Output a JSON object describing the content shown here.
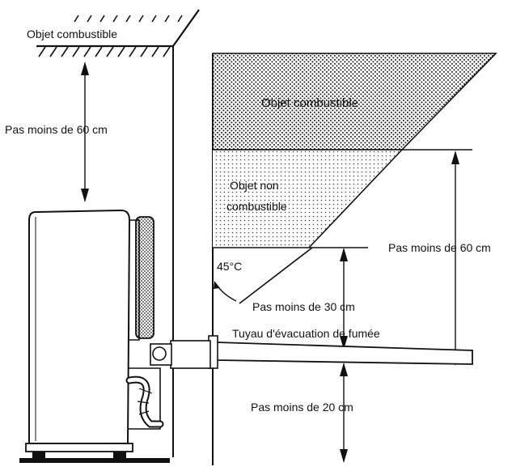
{
  "labels": {
    "ceiling_object": "Objet combustible",
    "ceiling_clearance": "Pas moins de 60 cm",
    "wall_combustible": "Objet combustible",
    "noncombustible_line1": "Objet non",
    "noncombustible_line2": "combustible",
    "angle": "45°C",
    "right_clearance": "Pas moins de 60 cm",
    "mid_clearance": "Pas moins de 30 cm",
    "flue_pipe": "Tuyau d'évacuation de fumée",
    "bottom_clearance": "Pas moins de 20 cm"
  },
  "colors": {
    "ink": "#111111",
    "paper": "#ffffff"
  }
}
